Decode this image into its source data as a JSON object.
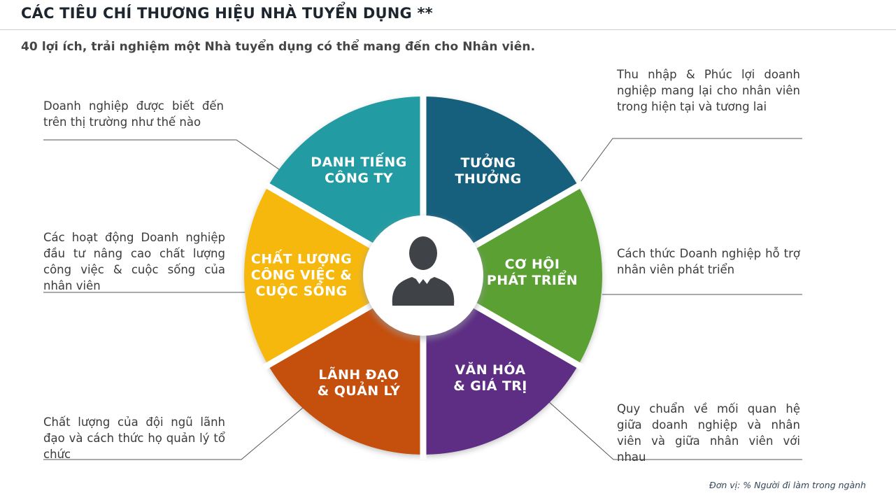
{
  "header": {
    "title": "CÁC TIÊU CHÍ THƯƠNG HIỆU NHÀ TUYỂN DỤNG **",
    "subtitle": "40 lợi ích, trải nghiệm một Nhà tuyển dụng có thể mang đến cho Nhân viên."
  },
  "wheel": {
    "icon": "person-icon",
    "icon_color": "#3f4347",
    "label_color": "#ffffff",
    "segments": [
      {
        "id": "danh-tieng",
        "label": "DANH TIẾNG\nCÔNG TY",
        "color": "#249CA2",
        "description": "Doanh nghiệp được biết đến trên thị trường như thế nào"
      },
      {
        "id": "tuong-thuong",
        "label": "TƯỞNG\nTHƯỞNG",
        "color": "#15607D",
        "description": "Thu nhập & Phúc lợi doanh nghiệp mang lại cho nhân viên trong hiện tại và tương lai"
      },
      {
        "id": "co-hoi",
        "label": "CƠ HỘI\nPHÁT TRIỂN",
        "color": "#5AA032",
        "description": "Cách thức Doanh nghiệp hỗ trợ nhân viên phát triển"
      },
      {
        "id": "van-hoa",
        "label": "VĂN HÓA\n& GIÁ TRỊ",
        "color": "#5D2D84",
        "description": "Quy chuẩn về mối quan hệ giữa doanh nghiệp và nhân viên và giữa nhân viên với nhau"
      },
      {
        "id": "lanh-dao",
        "label": "LÃNH ĐẠO\n& QUẢN LÝ",
        "color": "#C5500B",
        "description": "Chất lượng của đội ngũ lãnh đạo và cách thức họ quản lý tổ chức"
      },
      {
        "id": "chat-luong",
        "label": "CHẤT LƯỢNG\nCÔNG VIỆC &\nCUỘC SỐNG",
        "color": "#F7B80E",
        "description": "Các hoạt động Doanh nghiệp đầu tư nâng cao chất lượng công việc & cuộc sống của nhân viên"
      }
    ]
  },
  "footer": {
    "note": "Đơn vị: % Người đi làm trong ngành"
  }
}
